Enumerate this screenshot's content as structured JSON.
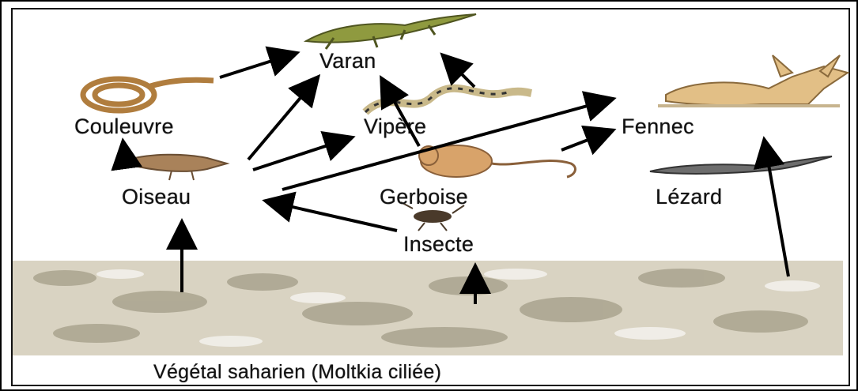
{
  "organisms": {
    "varan": "Varan",
    "couleuvre": "Couleuvre",
    "vipere": "Vipère",
    "fennec": "Fennec",
    "oiseau": "Oiseau",
    "gerboise": "Gerboise",
    "lezard": "Lézard",
    "insecte": "Insecte"
  },
  "ground": {
    "label": "Végétal saharien (Moltkia ciliée)"
  },
  "colors": {
    "arrow": "#000000",
    "ground": "#cfc7b2"
  }
}
